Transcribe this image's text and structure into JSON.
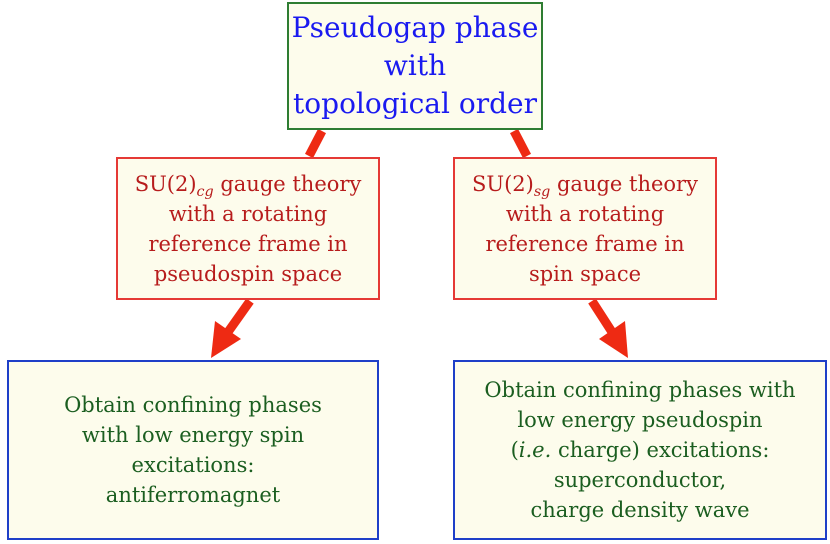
{
  "top_box": {
    "lines": [
      "Pseudogap phase",
      "with",
      "topological order"
    ]
  },
  "left_mid_box": {
    "su_prefix": "SU(2)",
    "su_subscript": "cg",
    "su_suffix": " gauge theory",
    "lines": [
      "with a rotating",
      "reference frame in",
      "pseudospin space"
    ]
  },
  "right_mid_box": {
    "su_prefix": "SU(2)",
    "su_subscript": "sg",
    "su_suffix": " gauge theory",
    "lines": [
      "with a rotating",
      "reference frame in",
      "spin space"
    ]
  },
  "left_bottom_box": {
    "lines": [
      "Obtain confining phases",
      "with low energy spin",
      "excitations:",
      "antiferromagnet"
    ]
  },
  "right_bottom_box": {
    "line1": "Obtain confining phases with",
    "line2": "low energy pseudospin",
    "line3_open": "(",
    "line3_italic": "i.e.",
    "line3_rest": " charge) excitations:",
    "line4": "superconductor,",
    "line5": "charge density wave"
  },
  "colors": {
    "arrow": "#ee2a13",
    "top_text": "#1a1af0",
    "mid_text": "#b71c1c",
    "bottom_text": "#1b5e20"
  }
}
